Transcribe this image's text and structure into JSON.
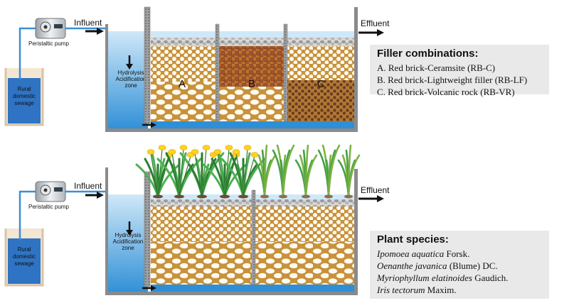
{
  "top": {
    "influent": "Influent",
    "effluent": "Effluent",
    "pump": "Peristaltic pump",
    "tank": [
      "Rural",
      "domestic",
      "sewage"
    ],
    "zone": [
      "Hydrolysis",
      "Acidification",
      "zone"
    ],
    "cells": [
      "A",
      "B",
      "C"
    ]
  },
  "bottom": {
    "influent": "Influent",
    "effluent": "Effluent",
    "pump": "Peristaltic pump",
    "tank": [
      "Rural",
      "domestic",
      "sewage"
    ],
    "zone": [
      "Hydrolysis",
      "Acidification",
      "zone"
    ]
  },
  "filler_legend": {
    "title": "Filler combinations:",
    "items": [
      "A. Red brick-Ceramsite (RB-C)",
      "B. Red brick-Lightweight filler (RB-LF)",
      "C. Red brick-Volcanic rock (RB-VR)"
    ]
  },
  "plant_legend": {
    "title": "Plant species:",
    "items": [
      {
        "species": "Ipomoea aquatica",
        "authority": " Forsk."
      },
      {
        "species": "Oenanthe javanica",
        "authority": " (Blume) DC."
      },
      {
        "species": "Myriophyllum elatinoides",
        "authority": " Gaudich."
      },
      {
        "species": "Iris tectorum",
        "authority": " Maxim."
      }
    ]
  },
  "colors": {
    "water": "#3b9ad9",
    "zone_water": "#9ed0f0",
    "brown": "#c8923c",
    "gravel": "#bdbdbd",
    "wall": "#8a8a8a",
    "legend_bg": "#e9e9e9"
  }
}
